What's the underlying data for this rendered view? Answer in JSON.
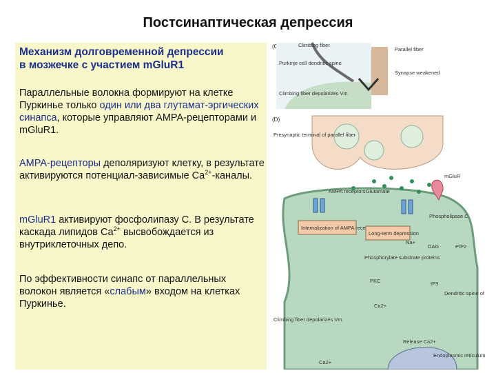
{
  "slide": {
    "title": "Постсинаптическая депрессия"
  },
  "text_panel": {
    "subtitle_line1": "Механизм долговременной депрессии",
    "subtitle_line2": "в мозжечке с участием mGluR1",
    "p1": {
      "a": "Параллельные волокна формируют на клетке Пуркинье только ",
      "b": "один или два глутамат-эргических синапса",
      "c": ", которые управляют AMPA-рецепторами и ",
      "d": "mGluR1",
      "e": "."
    },
    "p2": {
      "a": "AMPA-рецепторы",
      "b": " деполяризуют клетку, в результате активируются потенциал-зависимые Ca",
      "sup": "2+",
      "c": "-каналы."
    },
    "p3": {
      "a": "mGluR1",
      "b": " активируют фосфолипазу C. В результате каскада липидов Ca",
      "sup": "2+",
      "c": " высвобождается из внутриклеточных депо."
    },
    "p4": {
      "a": "По эффективности синапс от параллельных волокон является «",
      "b": "слабым",
      "c": "» входом на клетках Пуркинье."
    }
  },
  "figure": {
    "panel_c": "(C)",
    "panel_d": "(D)",
    "labels": {
      "climbing_fiber": "Climbing fiber",
      "parallel_fiber": "Parallel fiber",
      "purkinje_spine": "Purkinje cell dendritic spine",
      "synapse_weakened": "Synapse weakened",
      "climbing_depolarizes": "Climbing fiber depolarizes Vm",
      "presynaptic": "Presynaptic terminal of parallel fiber",
      "glutamate": "Glutamate",
      "mglur": "mGluR",
      "ampa": "AMPA receptors",
      "internalization": "Internalization of AMPA receptors",
      "ltd": "Long-term depression",
      "phospholipase": "Phospholipase C",
      "na": "Na+",
      "dag": "DAG",
      "pip2": "PIP2",
      "phosphorylate": "Phosphorylate substrate proteins",
      "pkc": "PKC",
      "ip3": "IP3",
      "dendritic_spine": "Dendritic spine of Purkinje cell",
      "ca_in": "Ca2+",
      "climbing_depol2": "Climbing fiber depolarizes Vm",
      "release_ca": "Release Ca2+",
      "er": "Endoplasmic reticulum",
      "ca_out": "Ca2+"
    },
    "colors": {
      "spine_fill": "#b8d9c0",
      "presynaptic_fill": "#f4dcc8",
      "vesicle": "#2f8f5a",
      "receptor": "#6fa3d8",
      "mglur": "#e88a9a",
      "box": "#f3c9a8"
    }
  }
}
